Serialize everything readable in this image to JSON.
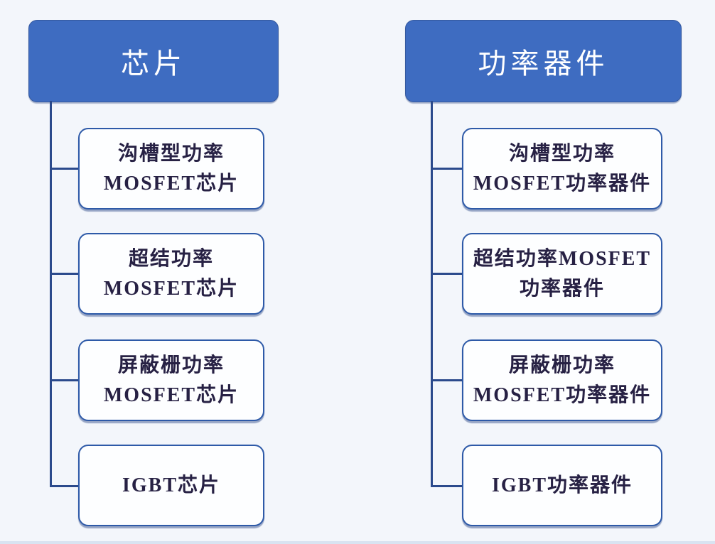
{
  "page": {
    "background_color": "#f3f6fb",
    "bottom_strip_color": "#d9e3f1"
  },
  "colors": {
    "root_box_fill": "#3e6cc1",
    "root_box_text": "#ffffff",
    "child_box_fill": "#fdfeff",
    "child_box_border": "#2e5aa8",
    "child_box_text": "#272144",
    "connector_line": "#2b4a8c"
  },
  "trees": [
    {
      "title": "芯片",
      "children": [
        {
          "lines": [
            "沟槽型功率",
            "MOSFET芯片"
          ]
        },
        {
          "lines": [
            "超结功率",
            "MOSFET芯片"
          ]
        },
        {
          "lines": [
            "屏蔽栅功率",
            "MOSFET芯片"
          ]
        },
        {
          "lines": [
            "IGBT芯片"
          ]
        }
      ]
    },
    {
      "title": "功率器件",
      "children": [
        {
          "lines": [
            "沟槽型功率",
            "MOSFET功率器件"
          ]
        },
        {
          "lines": [
            "超结功率MOSFET",
            "功率器件"
          ]
        },
        {
          "lines": [
            "屏蔽栅功率",
            "MOSFET功率器件"
          ]
        },
        {
          "lines": [
            "IGBT功率器件"
          ]
        }
      ]
    }
  ]
}
